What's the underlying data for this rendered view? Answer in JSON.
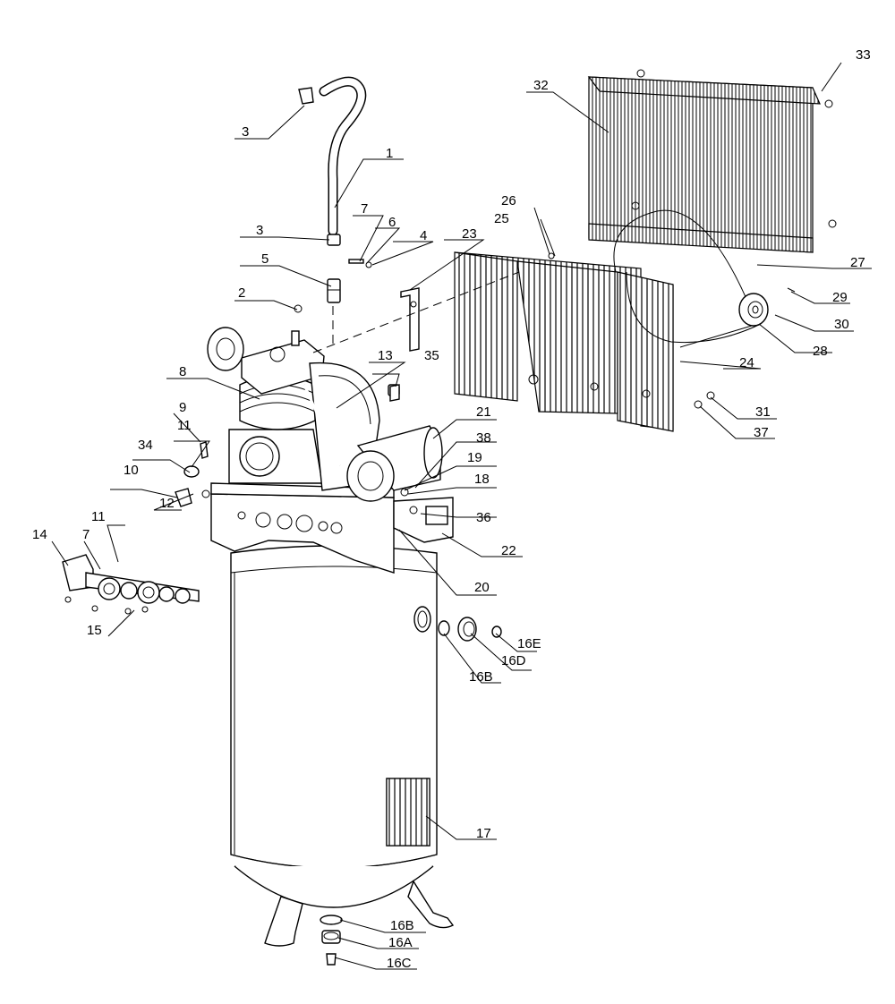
{
  "diagram": {
    "callouts": [
      {
        "id": "c1",
        "label": "1"
      },
      {
        "id": "c2",
        "label": "2"
      },
      {
        "id": "c3a",
        "label": "3"
      },
      {
        "id": "c3b",
        "label": "3"
      },
      {
        "id": "c4",
        "label": "4"
      },
      {
        "id": "c5",
        "label": "5"
      },
      {
        "id": "c6",
        "label": "6"
      },
      {
        "id": "c7a",
        "label": "7"
      },
      {
        "id": "c7b",
        "label": "7"
      },
      {
        "id": "c8",
        "label": "8"
      },
      {
        "id": "c9",
        "label": "9"
      },
      {
        "id": "c10",
        "label": "10"
      },
      {
        "id": "c11a",
        "label": "11"
      },
      {
        "id": "c11b",
        "label": "11"
      },
      {
        "id": "c12",
        "label": "12"
      },
      {
        "id": "c13",
        "label": "13"
      },
      {
        "id": "c14",
        "label": "14"
      },
      {
        "id": "c15",
        "label": "15"
      },
      {
        "id": "c16a",
        "label": "16A"
      },
      {
        "id": "c16b1",
        "label": "16B"
      },
      {
        "id": "c16b2",
        "label": "16B"
      },
      {
        "id": "c16c",
        "label": "16C"
      },
      {
        "id": "c16d",
        "label": "16D"
      },
      {
        "id": "c16e",
        "label": "16E"
      },
      {
        "id": "c17",
        "label": "17"
      },
      {
        "id": "c18",
        "label": "18"
      },
      {
        "id": "c19",
        "label": "19"
      },
      {
        "id": "c20",
        "label": "20"
      },
      {
        "id": "c21",
        "label": "21"
      },
      {
        "id": "c22",
        "label": "22"
      },
      {
        "id": "c23",
        "label": "23"
      },
      {
        "id": "c24",
        "label": "24"
      },
      {
        "id": "c25",
        "label": "25"
      },
      {
        "id": "c26",
        "label": "26"
      },
      {
        "id": "c27",
        "label": "27"
      },
      {
        "id": "c28",
        "label": "28"
      },
      {
        "id": "c29",
        "label": "29"
      },
      {
        "id": "c30",
        "label": "30"
      },
      {
        "id": "c31",
        "label": "31"
      },
      {
        "id": "c32",
        "label": "32"
      },
      {
        "id": "c33",
        "label": "33"
      },
      {
        "id": "c34",
        "label": "34"
      },
      {
        "id": "c35",
        "label": "35"
      },
      {
        "id": "c36",
        "label": "36"
      },
      {
        "id": "c37",
        "label": "37"
      },
      {
        "id": "c38",
        "label": "38"
      }
    ]
  }
}
